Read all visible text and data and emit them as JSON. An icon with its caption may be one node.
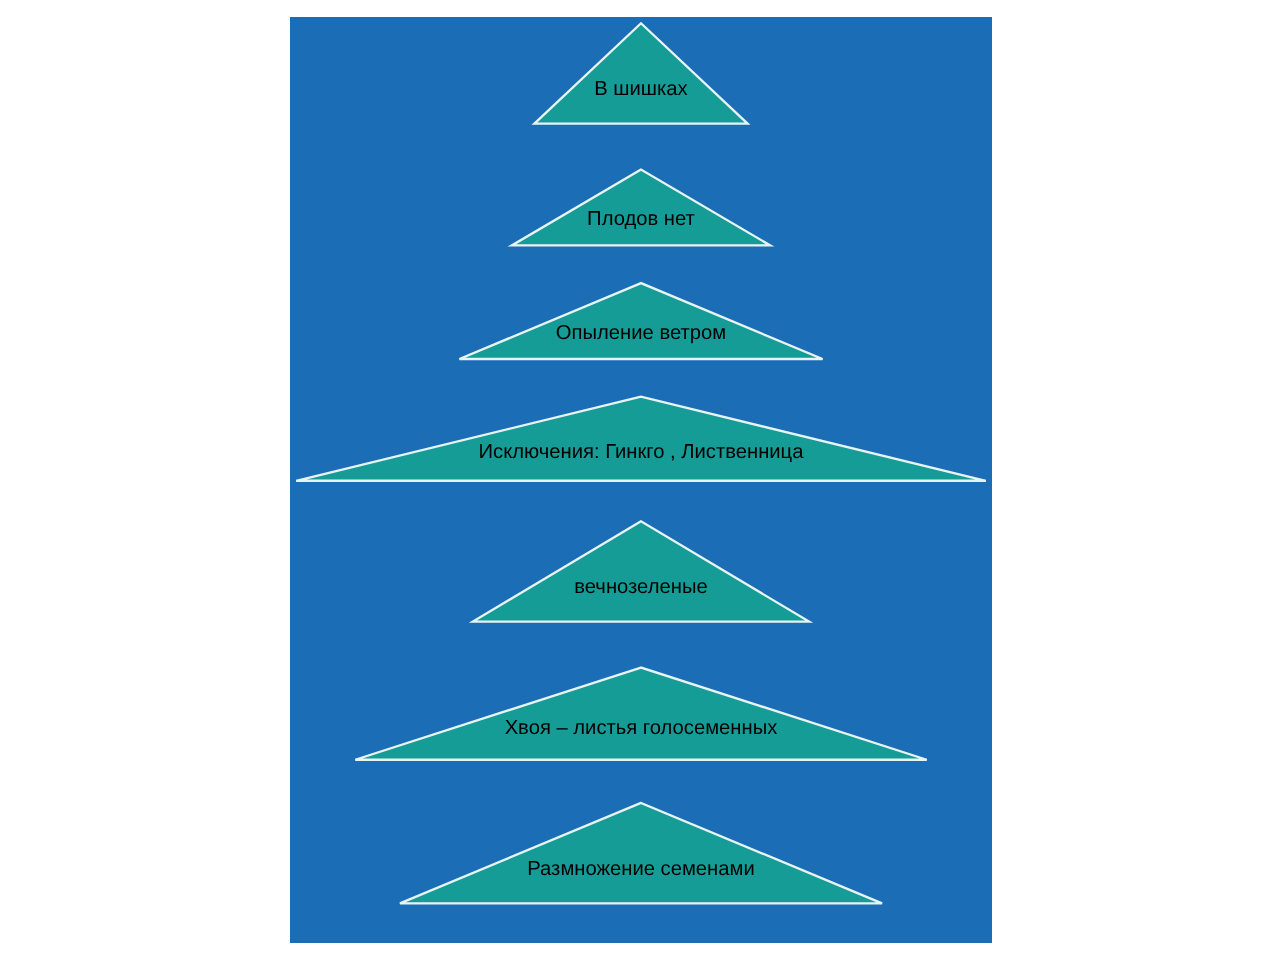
{
  "diagram": {
    "nodes": [
      {
        "text": [
          "В шишках"
        ]
      },
      {
        "text": [
          "Плодов нет"
        ]
      },
      {
        "text": [
          "Опыление ветром"
        ]
      },
      {
        "text": [
          "Исключения: Гинкго , Лиственница"
        ]
      },
      {
        "text": [
          "вечнозеленые"
        ]
      },
      {
        "text": [
          "Хвоя – листья голосеменных"
        ]
      },
      {
        "text": [
          "Размножение семенами"
        ]
      }
    ]
  }
}
